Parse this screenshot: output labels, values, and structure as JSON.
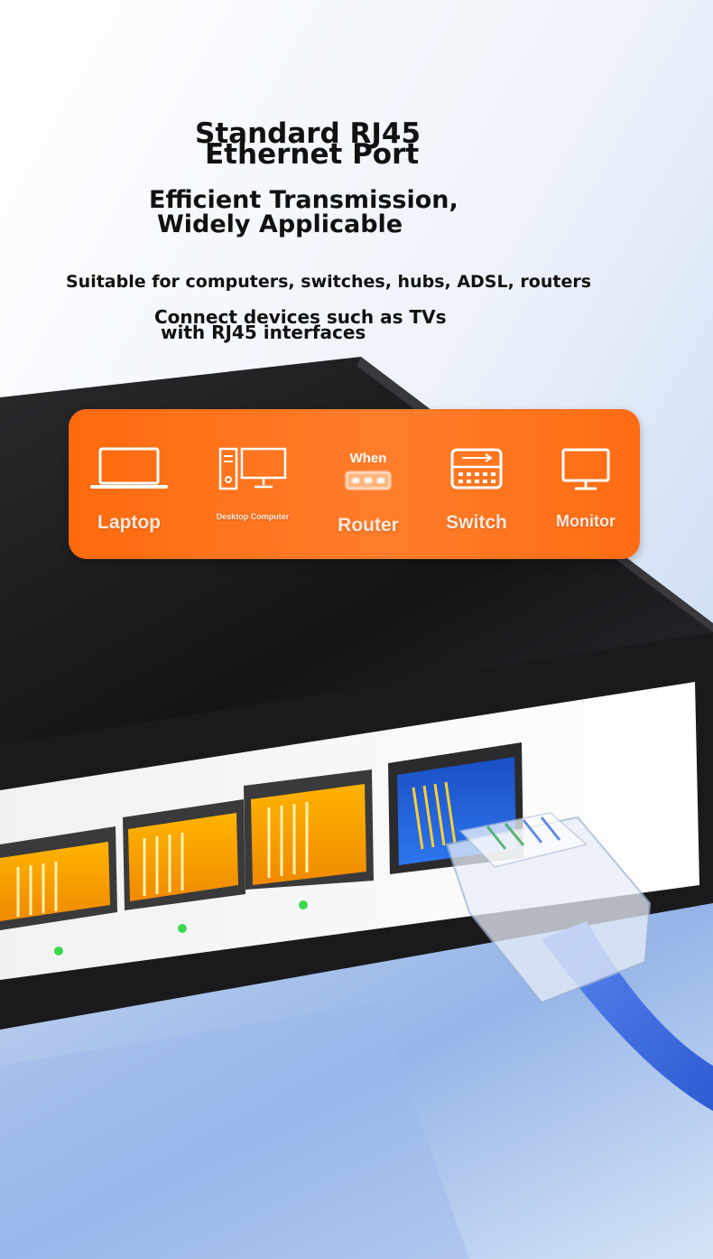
{
  "heading": {
    "line1": "Standard RJ45",
    "line2": "Ethernet Port"
  },
  "subheading": {
    "line1": "Efficient Transmission,",
    "line2": "Widely Applicable"
  },
  "description": {
    "line1": "Suitable for computers, switches, hubs, ADSL, routers",
    "line2a": "Connect devices such as TVs",
    "line2b": "with RJ45 interfaces"
  },
  "devices": [
    {
      "label": "Laptop",
      "icon": "laptop-icon"
    },
    {
      "label": "Desktop Computer",
      "icon": "desktop-computer-icon"
    },
    {
      "label": "Router",
      "icon": "router-icon",
      "overlay": "When"
    },
    {
      "label": "Switch",
      "icon": "switch-icon"
    },
    {
      "label": "Monitor",
      "icon": "monitor-icon"
    }
  ],
  "colors": {
    "panel_orange": "#ff6a0e",
    "port_gold": "#f0a500",
    "port_blue": "#1e5fd6",
    "cable_blue": "#3f6fe0",
    "switch_body": "#1d1d1f",
    "led_green": "#3bd84f"
  }
}
